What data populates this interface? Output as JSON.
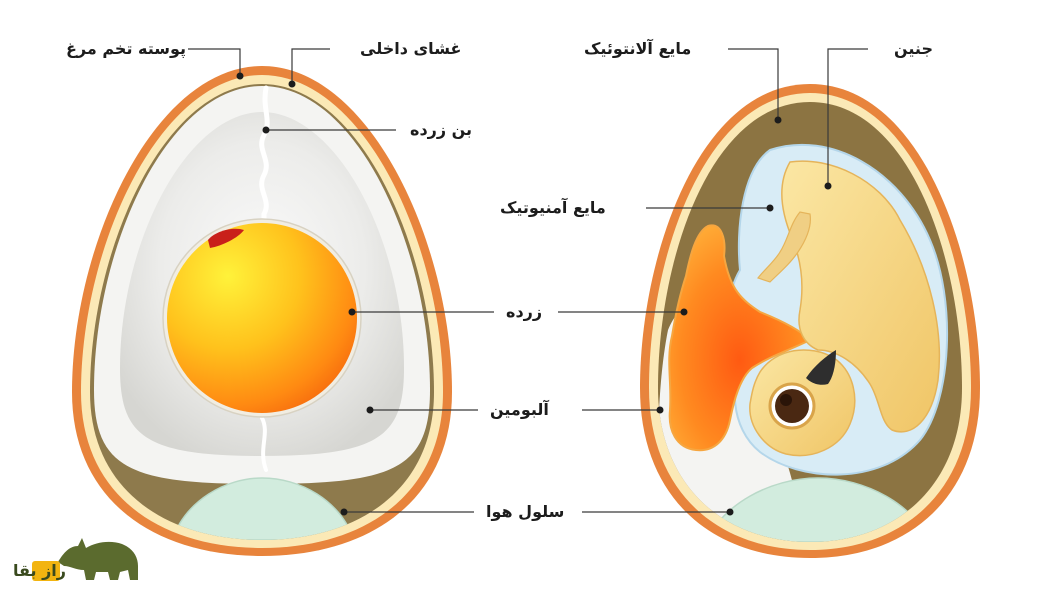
{
  "left_egg": {
    "shell": "پوسته تخم مرغ",
    "inner_membrane": "غشای داخلی",
    "chalaza": "بن زرده",
    "yolk": "زرده",
    "albumen": "آلبومین",
    "air_cell": "سلول هوا"
  },
  "right_egg": {
    "allantoic_fluid": "مایع آلانتوئیک",
    "embryo": "جنین",
    "amniotic_fluid": "مایع آمنیوتیک"
  },
  "logo": {
    "text": "راز بقا",
    "icon": "rhino-icon"
  },
  "colors": {
    "shell": "#e8843c",
    "membrane": "#fbe9b6",
    "albumen": "#e9e9e6",
    "yolk": "#ffb21a",
    "air_cell": "#d2ecde",
    "embryo_bg": "#8c7442",
    "embryo": "#f6d887",
    "amnion": "#d8ecf6",
    "logo": "#5b6b2e"
  }
}
